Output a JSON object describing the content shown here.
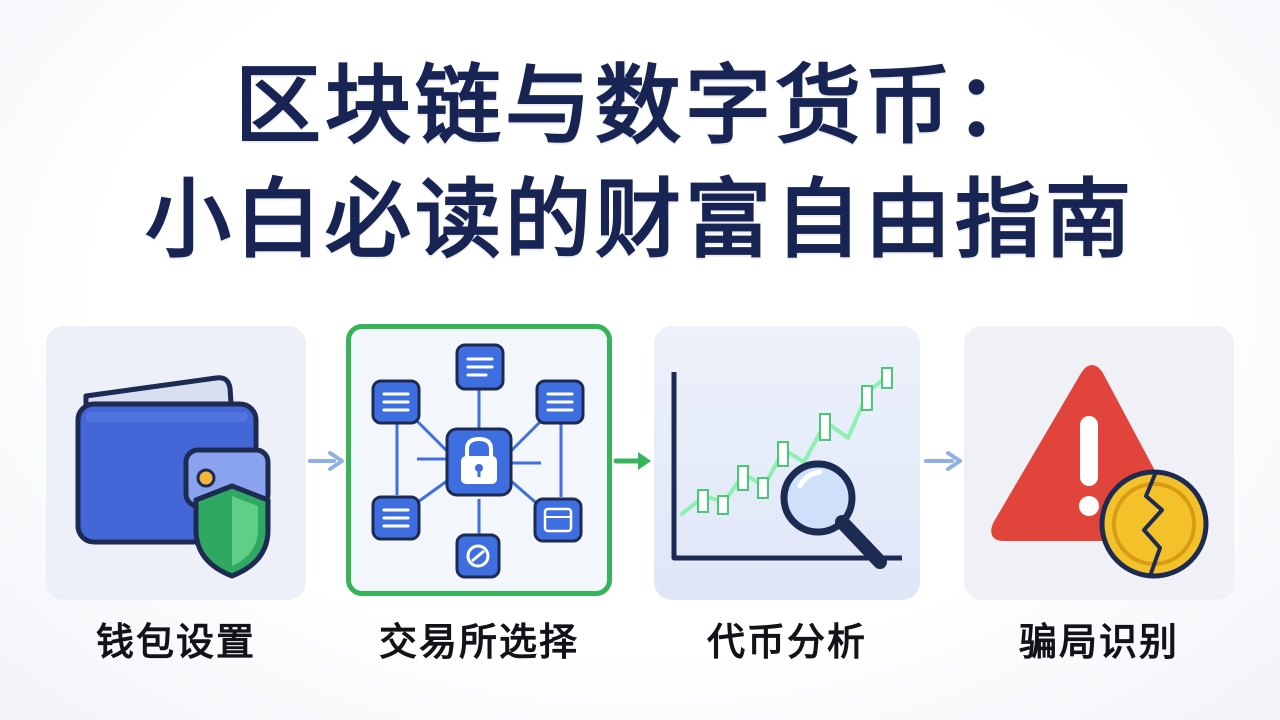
{
  "title": {
    "line1": "区块链与数字货币：",
    "line2": "小白必读的财富自由指南"
  },
  "steps": [
    {
      "label": "钱包设置",
      "icon": "wallet-shield-icon"
    },
    {
      "label": "交易所选择",
      "icon": "blockchain-network-lock-icon"
    },
    {
      "label": "代币分析",
      "icon": "candlestick-magnifier-icon"
    },
    {
      "label": "骗局识别",
      "icon": "warning-broken-coin-icon"
    }
  ],
  "colors": {
    "title": "#172454",
    "accent_green": "#35b45a",
    "block_blue": "#3f6ee0",
    "warning_red": "#e0443a",
    "coin_gold": "#f3c22b"
  }
}
